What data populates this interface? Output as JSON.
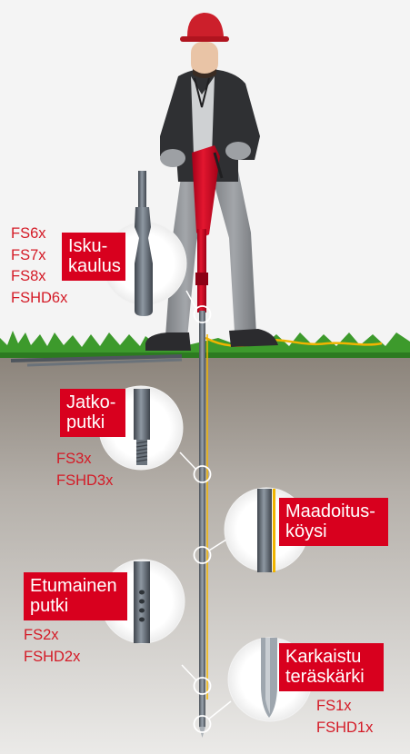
{
  "colors": {
    "accent_red": "#d8001e",
    "code_red": "#d41a26",
    "sky": "#f4f4f4",
    "soil_top": "#8d857c",
    "soil_bottom": "#e9e8e6",
    "grass": "#3d9a2c",
    "cable": "#f0b400",
    "rod": "#5e6670"
  },
  "icons": [
    "worker-figure",
    "rod-hammer",
    "callout-magnifier-circle"
  ],
  "callouts": [
    {
      "id": "isku",
      "label": "Isku-\nkaulus",
      "codes": "FS6x\nFS7x\nFS8x\nFSHD6x"
    },
    {
      "id": "jatko",
      "label": "Jatko-\nputki",
      "codes": "FS3x\nFSHD3x"
    },
    {
      "id": "maadoitus",
      "label": "Maadoitus-\nköysi",
      "codes": ""
    },
    {
      "id": "etumainen",
      "label": "Etumainen\nputki",
      "codes": "FS2x\nFSHD2x"
    },
    {
      "id": "karkaistu",
      "label": "Karkaistu\nteräskärki",
      "codes": "FS1x\nFSHD1x"
    }
  ]
}
